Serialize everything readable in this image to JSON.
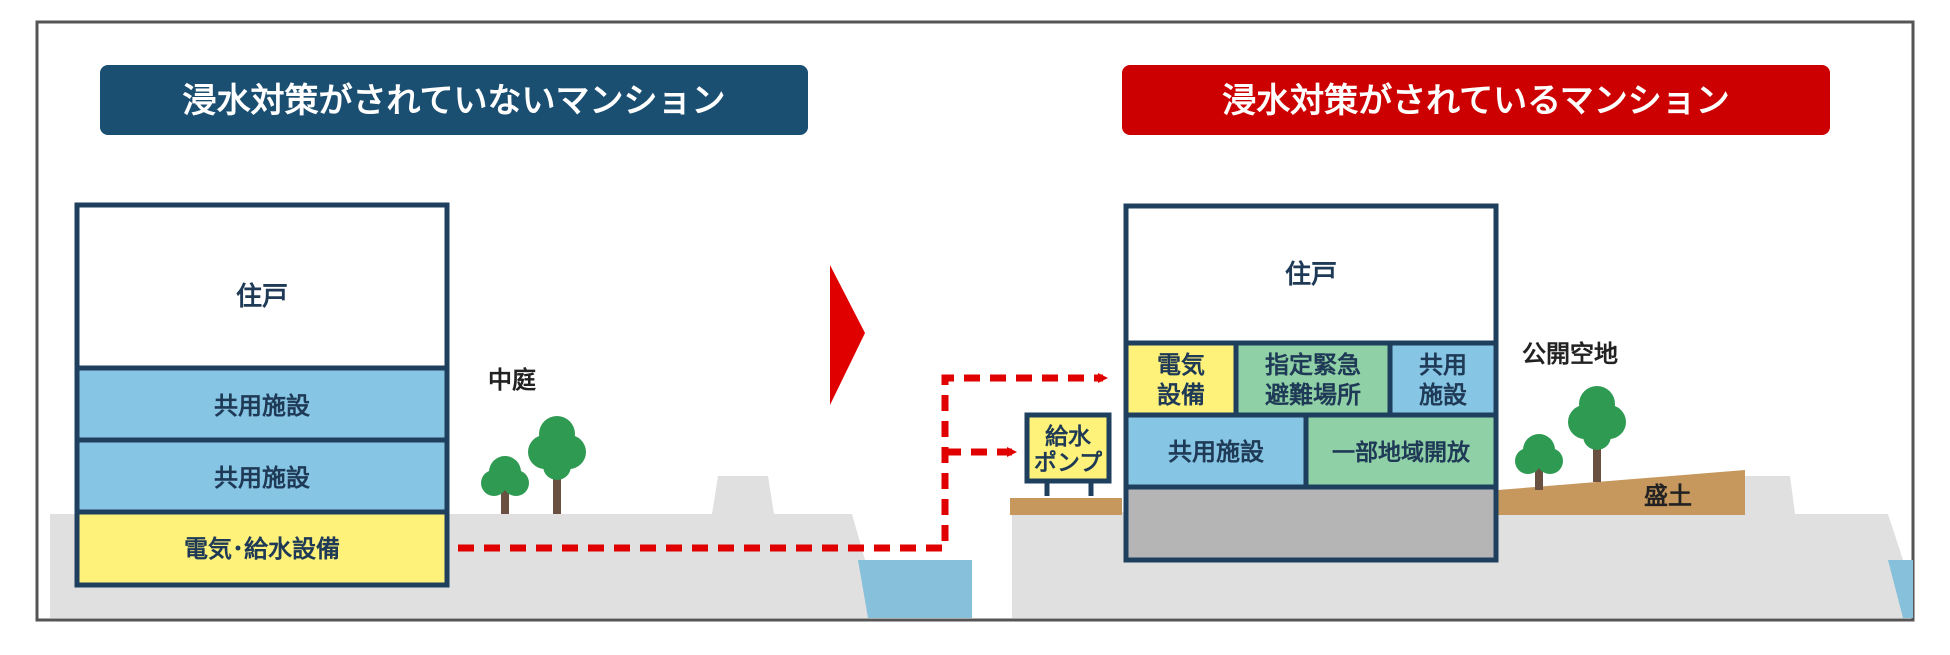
{
  "colors": {
    "frame": "#555555",
    "navy": "#1b4f72",
    "red": "#cc0000",
    "light_blue": "#86c5e3",
    "yellow": "#fff27a",
    "green": "#8fd0a6",
    "ground": "#e0e0e0",
    "water": "#86c0da",
    "soil": "#c7985e",
    "tree": "#2e9a52",
    "trunk": "#6a5040",
    "gray_base": "#b5b5b5",
    "building_border": "#1e3f5e"
  },
  "left_panel": {
    "title": "浸水対策がされていないマンション",
    "floors": {
      "residence": "住戸",
      "shared_upper": "共用施設",
      "shared_lower": "共用施設",
      "utility": "電気･給水設備"
    },
    "courtyard": "中庭"
  },
  "right_panel": {
    "title": "浸水対策がされているマンション",
    "floors": {
      "residence": "住戸",
      "electrical_line1": "電気",
      "electrical_line2": "設備",
      "evacuation_line1": "指定緊急",
      "evacuation_line2": "避難場所",
      "shared_line1": "共用",
      "shared_line2": "施設",
      "shared_wide": "共用施設",
      "community": "一部地域開放"
    },
    "pump_line1": "給水",
    "pump_line2": "ポンプ",
    "open_space": "公開空地",
    "embankment": "盛土"
  },
  "icons": {
    "transition": "arrow-right-icon",
    "relocation": "dashed-arrow-icon",
    "trees": "tree-icon"
  }
}
